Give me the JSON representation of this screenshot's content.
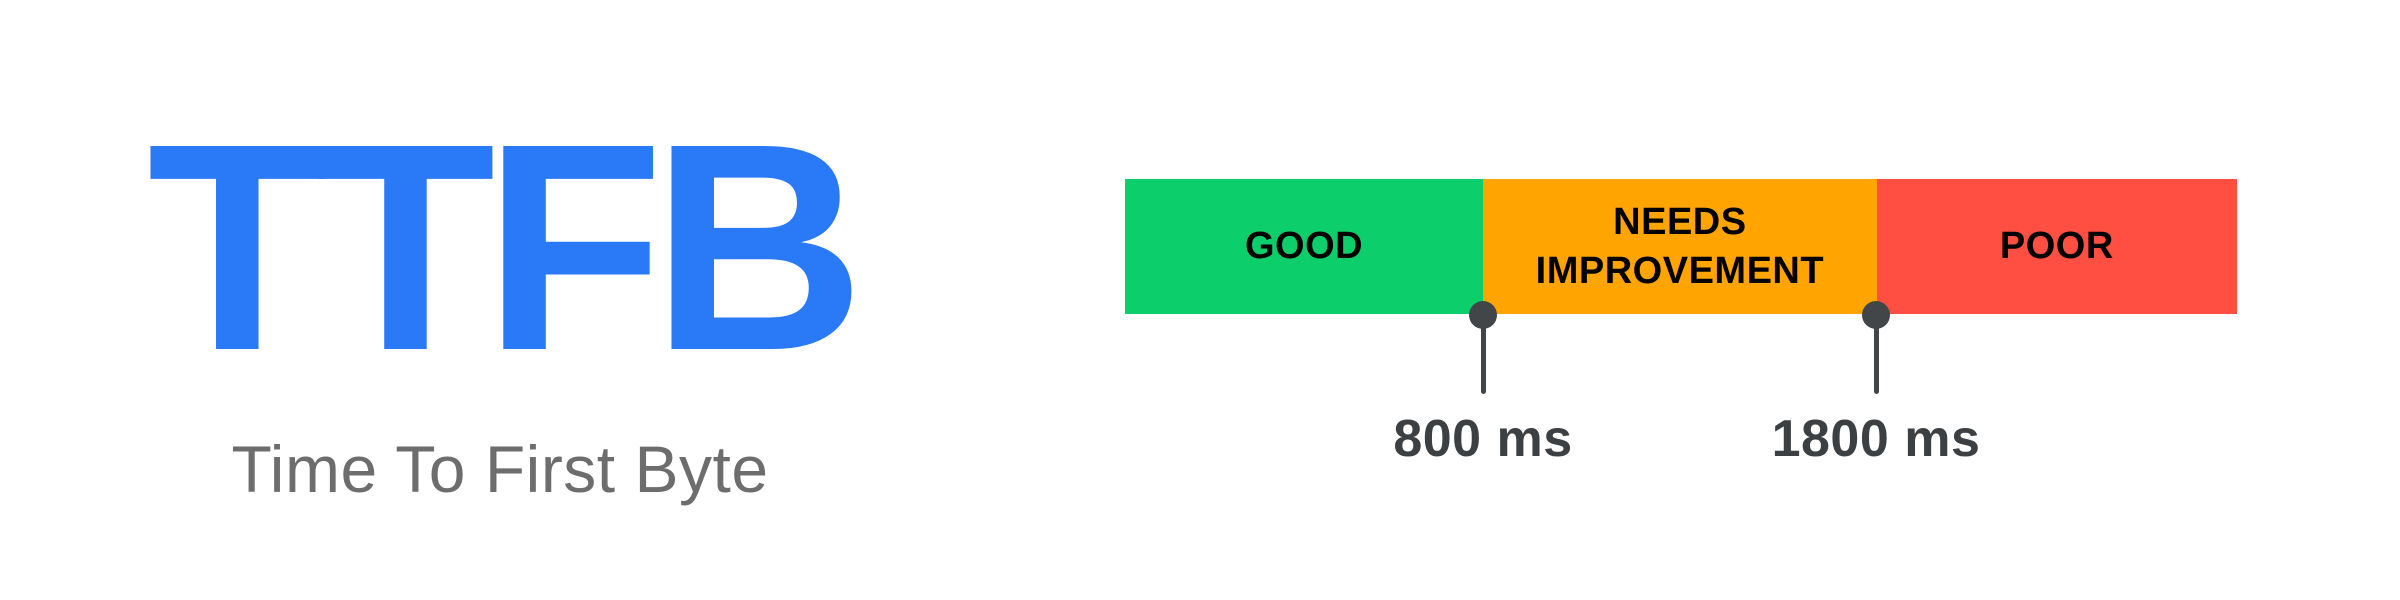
{
  "title": {
    "acronym": "TTFB",
    "subtitle": "Time To First Byte"
  },
  "colors": {
    "accent-blue": "#2A7AF7",
    "good-green": "#0CCE6B",
    "improve-orange": "#FFA400",
    "poor-red": "#FF4E42",
    "marker-gray": "#434649",
    "threshold-text": "#3C4043",
    "subtitle-gray": "#6D6D6D",
    "segment-text": "#000000"
  },
  "chart_data": {
    "type": "bar",
    "variant": "threshold-scale",
    "metric": "TTFB",
    "title": "TTFB — Time To First Byte",
    "unit": "ms",
    "legend_position": "none",
    "grid": false,
    "segments": [
      {
        "label": "GOOD",
        "color": "#0CCE6B",
        "width_pct": 32.2
      },
      {
        "label": "NEEDS IMPROVEMENT",
        "color": "#FFA400",
        "width_pct": 35.4
      },
      {
        "label": "POOR",
        "color": "#FF4E42",
        "width_pct": 32.4
      }
    ],
    "thresholds": [
      {
        "value": 800,
        "label": "800 ms",
        "position_pct": 32.2
      },
      {
        "value": 1800,
        "label": "1800 ms",
        "position_pct": 67.6
      }
    ]
  }
}
